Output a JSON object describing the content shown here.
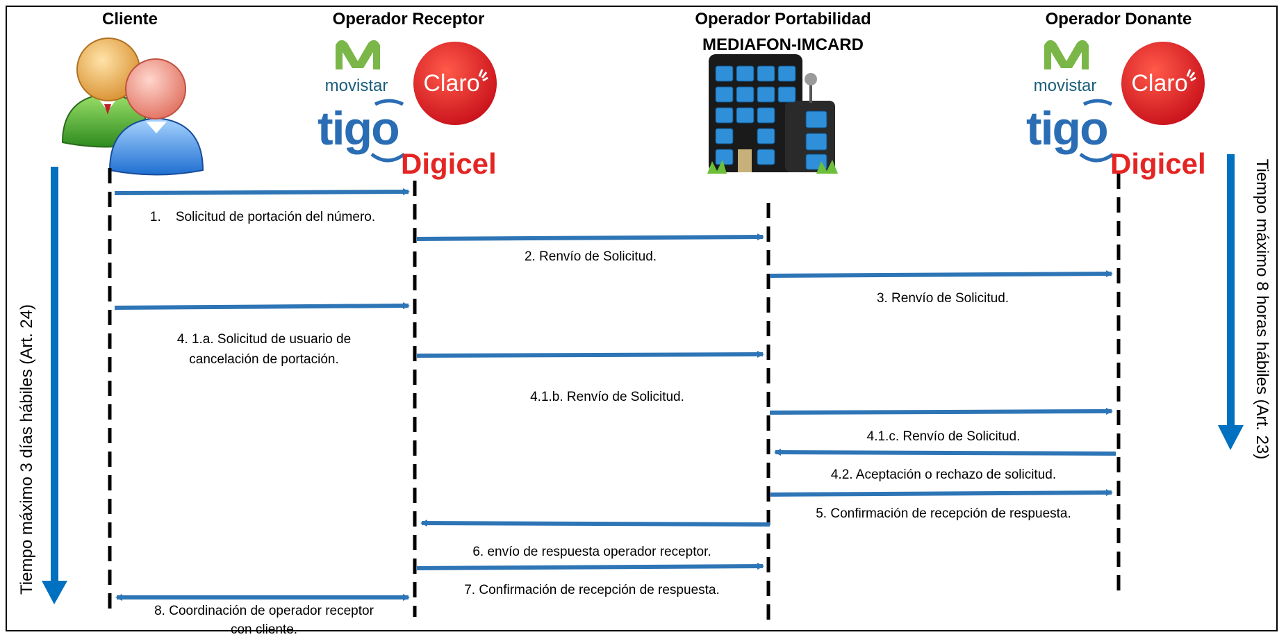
{
  "headers": {
    "cliente": "Cliente",
    "receptor": "Operador Receptor",
    "portabilidad_1": "Operador Portabilidad",
    "portabilidad_2": "MEDIAFON-IMCARD",
    "donante": "Operador Donante"
  },
  "brands": {
    "movistar": "movistar",
    "claro": "Claro",
    "tigo": "tigo",
    "digicel": "Digicel"
  },
  "steps": {
    "s1": "1.    Solicitud de portación del número.",
    "s2": "2. Renvío de Solicitud.",
    "s3": "3. Renvío de Solicitud.",
    "s4a_1": "4. 1.a. Solicitud de usuario de",
    "s4a_2": "cancelación de portación.",
    "s4b": "4.1.b. Renvío de Solicitud.",
    "s4c": "4.1.c. Renvío de Solicitud.",
    "s42": "4.2. Aceptación o rechazo de solicitud.",
    "s5": "5. Confirmación de recepción de respuesta.",
    "s6": "6. envío de respuesta operador receptor.",
    "s7": "7. Confirmación de recepción de respuesta.",
    "s8_1": "8. Coordinación de operador receptor",
    "s8_2": "con cliente."
  },
  "timers": {
    "left": "Tiempo máximo 3 días hábiles (Art. 24)",
    "right": "Tiempo máximo 8 horas hábiles (Art. 23)"
  },
  "colors": {
    "arrow": "#2e75b6",
    "timer_arrow": "#0070c0",
    "movistar_green": "#7ab648",
    "claro_red": "#e31c23",
    "tigo_blue": "#2a6db5",
    "digicel_red": "#e42523"
  }
}
